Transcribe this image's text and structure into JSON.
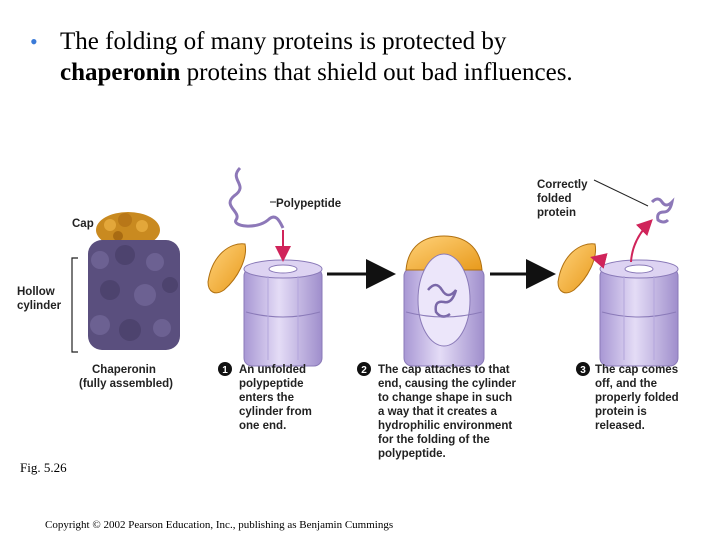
{
  "bullet": {
    "line1": "The folding of many proteins is protected by",
    "bold_word": "chaperonin",
    "line2_rest": " proteins that shield out bad influences."
  },
  "labels": {
    "cap": "Cap",
    "hollow1": "Hollow",
    "hollow2": "cylinder",
    "chaperonin": "Chaperonin",
    "assembled": "(fully assembled)",
    "polypeptide": "Polypeptide",
    "correct1": "Correctly",
    "correct2": "folded",
    "correct3": "protein"
  },
  "steps": [
    {
      "num": "1",
      "lines": [
        "An unfolded",
        "polypeptide",
        "enters the",
        "cylinder from",
        "one end."
      ]
    },
    {
      "num": "2",
      "lines": [
        "The cap attaches to that",
        "end, causing the cylinder",
        "to change shape in such",
        "a way that it creates a",
        "hydrophilic environment",
        "for the folding of the",
        "polypeptide."
      ]
    },
    {
      "num": "3",
      "lines": [
        "The cap comes",
        "off, and the",
        "properly folded",
        "protein is",
        "released."
      ]
    }
  ],
  "fig_label": "Fig. 5.26",
  "copyright": "Copyright © 2002 Pearson Education, Inc., publishing as Benjamin Cummings",
  "colors": {
    "bullet": "#3a7ad8",
    "cap": "#f2b040",
    "cylinder": "#c8bde6",
    "cylinder_dark": "#9c8cc8",
    "chaperonin": "#5a4f7e",
    "arrow_red": "#d0245a"
  }
}
